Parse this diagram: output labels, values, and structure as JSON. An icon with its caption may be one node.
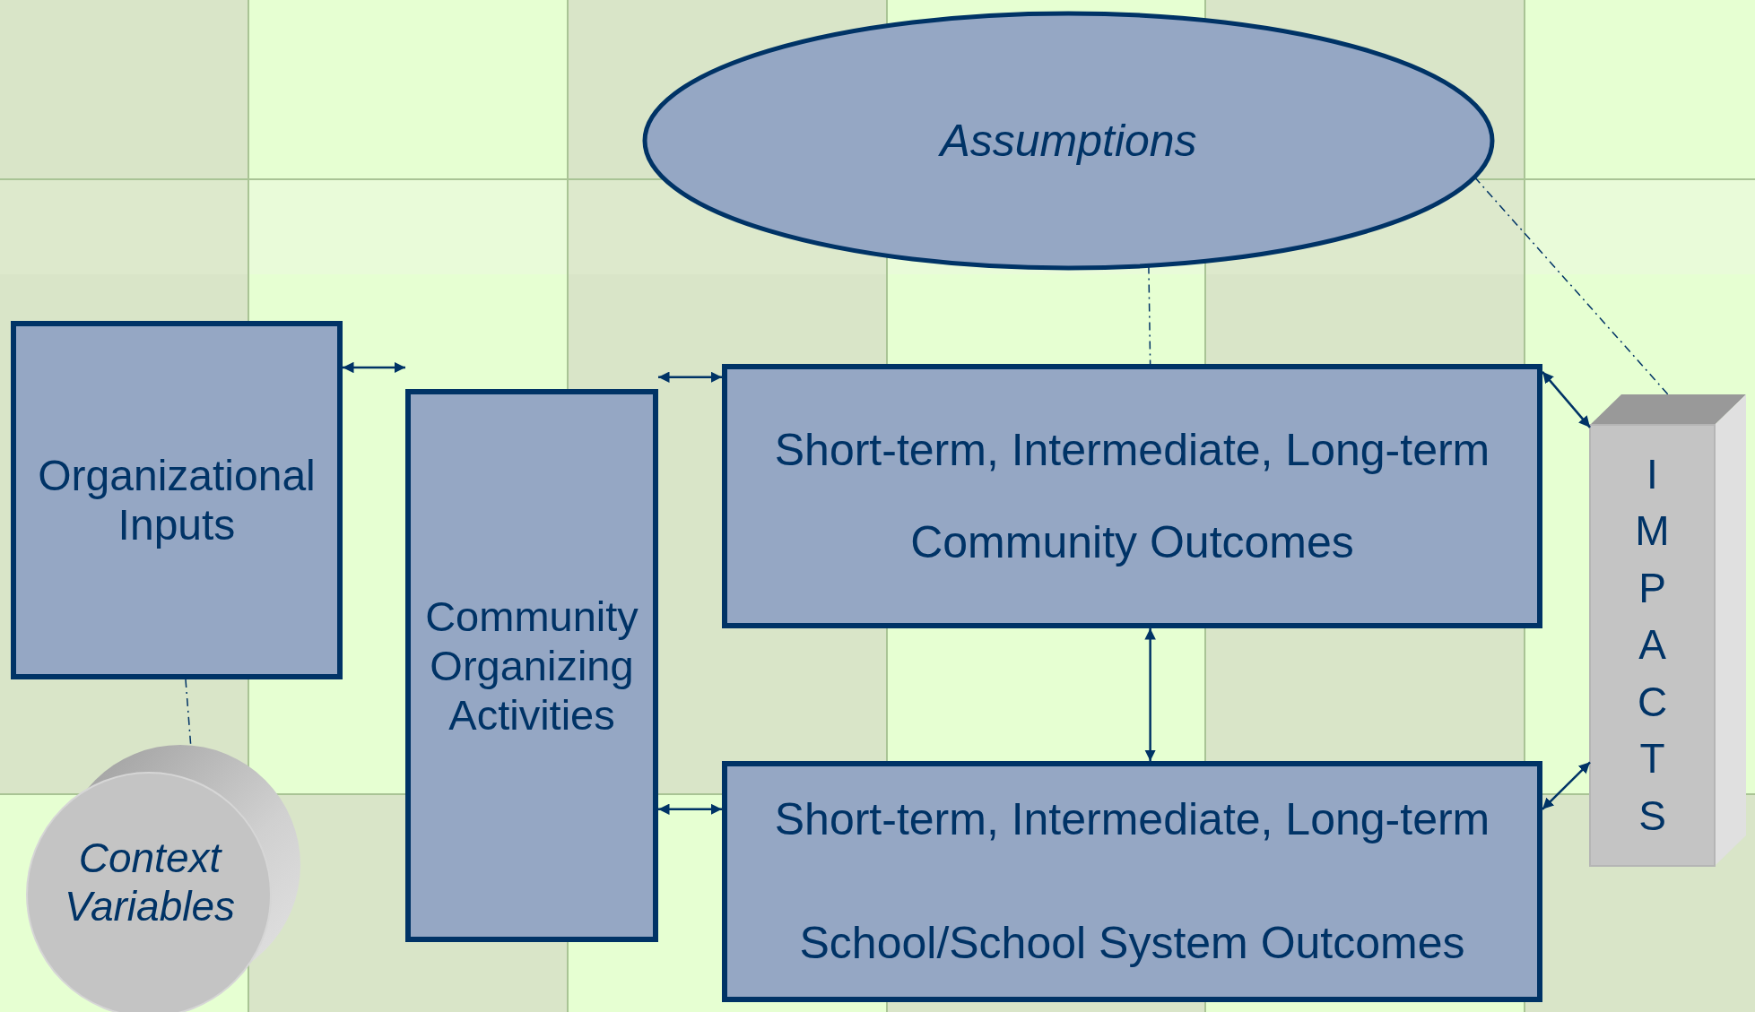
{
  "diagram": {
    "nodes": [
      {
        "text": [
          "Assumptions"
        ]
      },
      {
        "text": [
          "Organizational Inputs"
        ]
      },
      {
        "text": [
          "Community Organizing Activities"
        ]
      },
      {
        "text": [
          "Short-term, Intermediate, Long-term Community Outcomes"
        ]
      },
      {
        "text": [
          "Short-term, Intermediate, Long-term School/School System Outcomes"
        ]
      },
      {
        "text": [
          "IMPACTS"
        ]
      },
      {
        "text": [
          "Context Variables"
        ]
      }
    ],
    "edges": [
      {
        "from": 1,
        "to": 2,
        "arrow": "both"
      },
      {
        "from": 2,
        "to": 3,
        "arrow": "both"
      },
      {
        "from": 2,
        "to": 4,
        "arrow": "both"
      },
      {
        "from": 3,
        "to": 4,
        "arrow": "both"
      },
      {
        "from": 3,
        "to": 5,
        "arrow": "both"
      },
      {
        "from": 4,
        "to": 5,
        "arrow": "both"
      },
      {
        "from": 0,
        "to": 3,
        "arrow": "none",
        "style": "dashed"
      },
      {
        "from": 0,
        "to": 5,
        "arrow": "none",
        "style": "dashed"
      },
      {
        "from": 1,
        "to": 6,
        "arrow": "none",
        "style": "dashed"
      }
    ]
  }
}
